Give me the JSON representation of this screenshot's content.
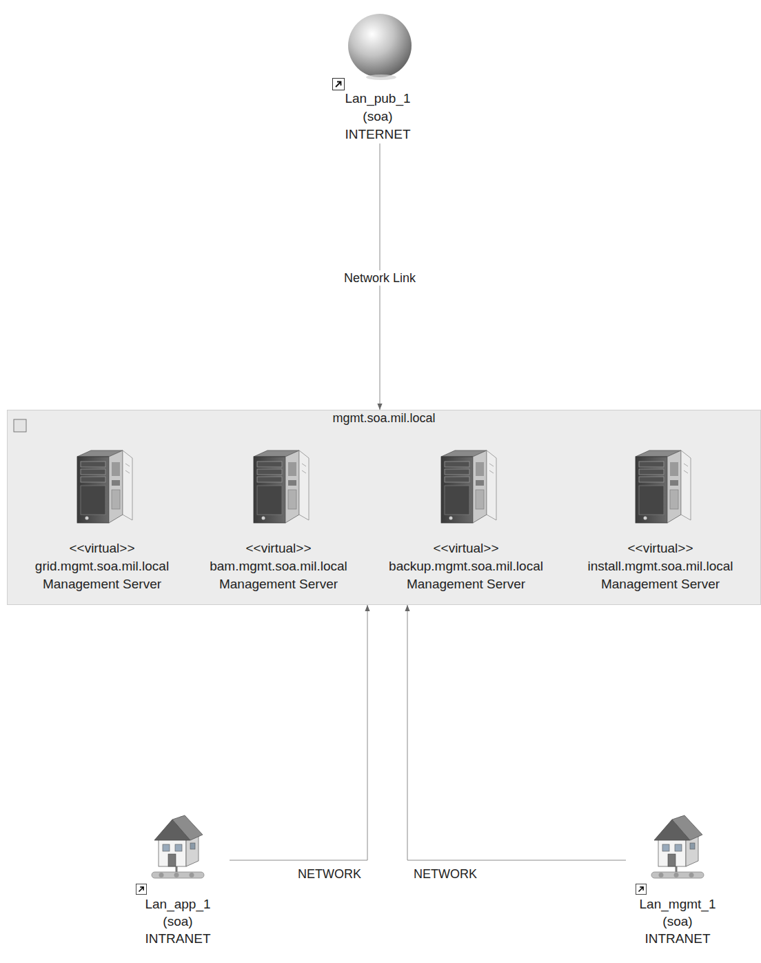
{
  "diagram": {
    "nodes": [
      {
        "text": [
          "Lan_pub_1",
          "(soa)",
          "INTERNET"
        ]
      },
      {
        "text": [
          "mgmt.soa.mil.local"
        ]
      },
      {
        "text": [
          "<<virtual>>",
          "grid.mgmt.soa.mil.local",
          "Management Server"
        ],
        "in": 1
      },
      {
        "text": [
          "<<virtual>>",
          "bam.mgmt.soa.mil.local",
          "Management Server"
        ],
        "in": 1
      },
      {
        "text": [
          "<<virtual>>",
          "backup.mgmt.soa.mil.local",
          "Management Server"
        ],
        "in": 1
      },
      {
        "text": [
          "<<virtual>>",
          "install.mgmt.soa.mil.local",
          "Management Server"
        ],
        "in": 1
      },
      {
        "text": [
          "Lan_app_1",
          "(soa)",
          "INTRANET"
        ]
      },
      {
        "text": [
          "Lan_mgmt_1",
          "(soa)",
          "INTRANET"
        ]
      }
    ],
    "edges": [
      {
        "from": 0,
        "to": 1,
        "arrow": "to",
        "label": "Network Link"
      },
      {
        "from": 6,
        "to": 1,
        "arrow": "to",
        "label": "NETWORK"
      },
      {
        "from": 7,
        "to": 1,
        "arrow": "to",
        "label": "NETWORK"
      }
    ]
  }
}
